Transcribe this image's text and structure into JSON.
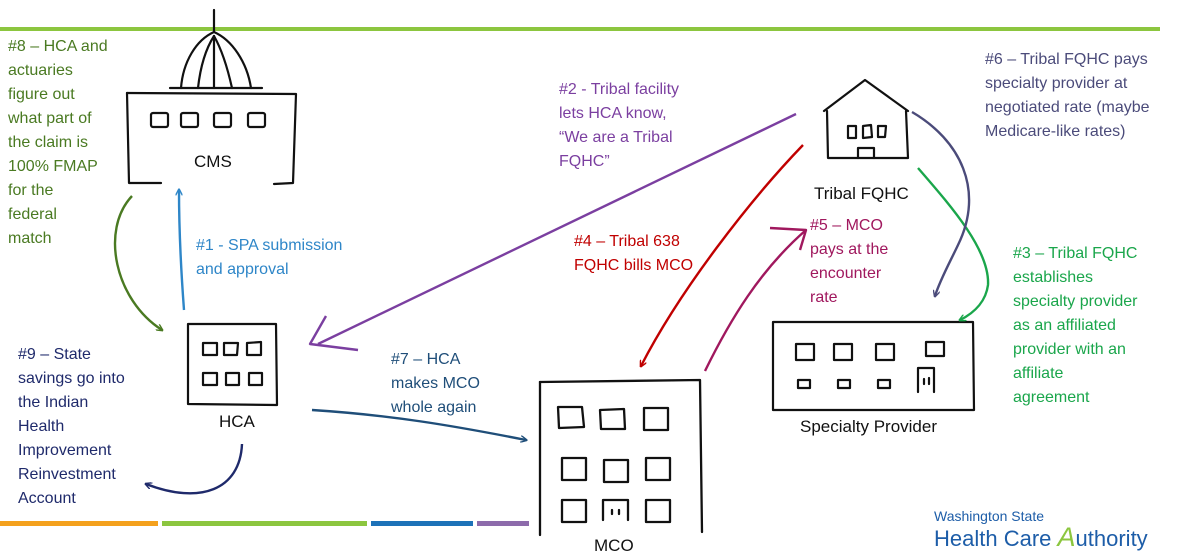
{
  "buildings": {
    "cms": "CMS",
    "tribal_fqhc": "Tribal FQHC",
    "hca": "HCA",
    "mco": "MCO",
    "specialty_provider": "Specialty Provider"
  },
  "steps": {
    "s1": "#1 - SPA submission\nand approval",
    "s2": "#2 - Tribal facility\nlets HCA know,\n“We are a Tribal\nFQHC”",
    "s3": "#3 – Tribal FQHC\nestablishes\nspecialty provider\nas an affiliated\nprovider with an\naffiliate\nagreement",
    "s4": "#4 – Tribal 638\nFQHC bills MCO",
    "s5": "#5 – MCO\npays at the\nencounter\nrate",
    "s6": "#6 – Tribal FQHC pays\nspecialty provider at\nnegotiated rate (maybe\nMedicare-like rates)",
    "s7": "#7 – HCA\nmakes MCO\nwhole again",
    "s8": "#8 – HCA and\nactuaries\nfigure out\nwhat part of\nthe claim is\n100% FMAP\nfor the\nfederal\nmatch",
    "s9": "#9 – State\nsavings go into\nthe Indian\nHealth\nImprovement\nReinvestment\nAccount"
  },
  "logo": {
    "line1": "Washington State",
    "line2_prefix": "Health Care ",
    "line2_highlight": "A",
    "line2_suffix": "uthority"
  },
  "colors": {
    "step1": "#2e86c8",
    "step2": "#7b3fa0",
    "step3": "#1aa64b",
    "step4": "#c00000",
    "step5": "#a0185e",
    "step6": "#4b4b7a",
    "step7": "#1f4e79",
    "step8": "#4a7a22",
    "step9": "#1f2a6b",
    "top_rule": "#8cc63f",
    "bottom_rule": [
      "#f4a11d",
      "#8cc63f",
      "#1d72b8",
      "#8d6bab"
    ]
  }
}
